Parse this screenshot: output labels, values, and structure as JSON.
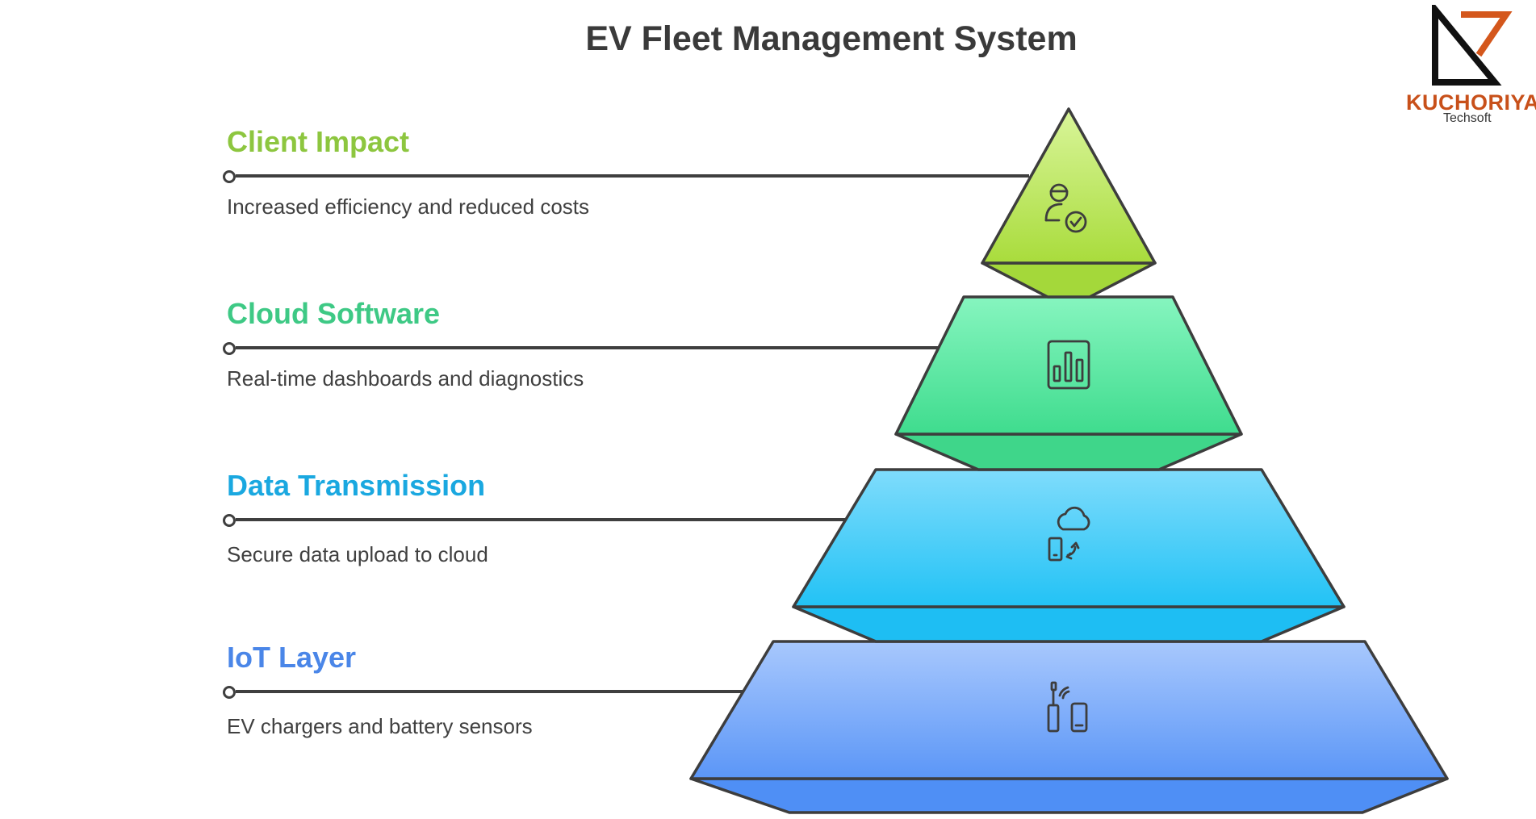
{
  "title": "EV Fleet Management System",
  "logo": {
    "name": "KUCHORIYA",
    "sub": "Techsoft",
    "accent": "#d4571c"
  },
  "layers": [
    {
      "label": "Client Impact",
      "desc": "Increased efficiency and reduced costs",
      "color": "#8dc63f",
      "icon": "user-check-icon"
    },
    {
      "label": "Cloud Software",
      "desc": "Real-time dashboards and diagnostics",
      "color": "#3ec985",
      "icon": "bar-chart-icon"
    },
    {
      "label": "Data Transmission",
      "desc": "Secure data upload to cloud",
      "color": "#1aa8e0",
      "icon": "cloud-sync-icon"
    },
    {
      "label": "IoT Layer",
      "desc": "EV chargers and battery sensors",
      "color": "#4a86e8",
      "icon": "sensor-device-icon"
    }
  ]
}
